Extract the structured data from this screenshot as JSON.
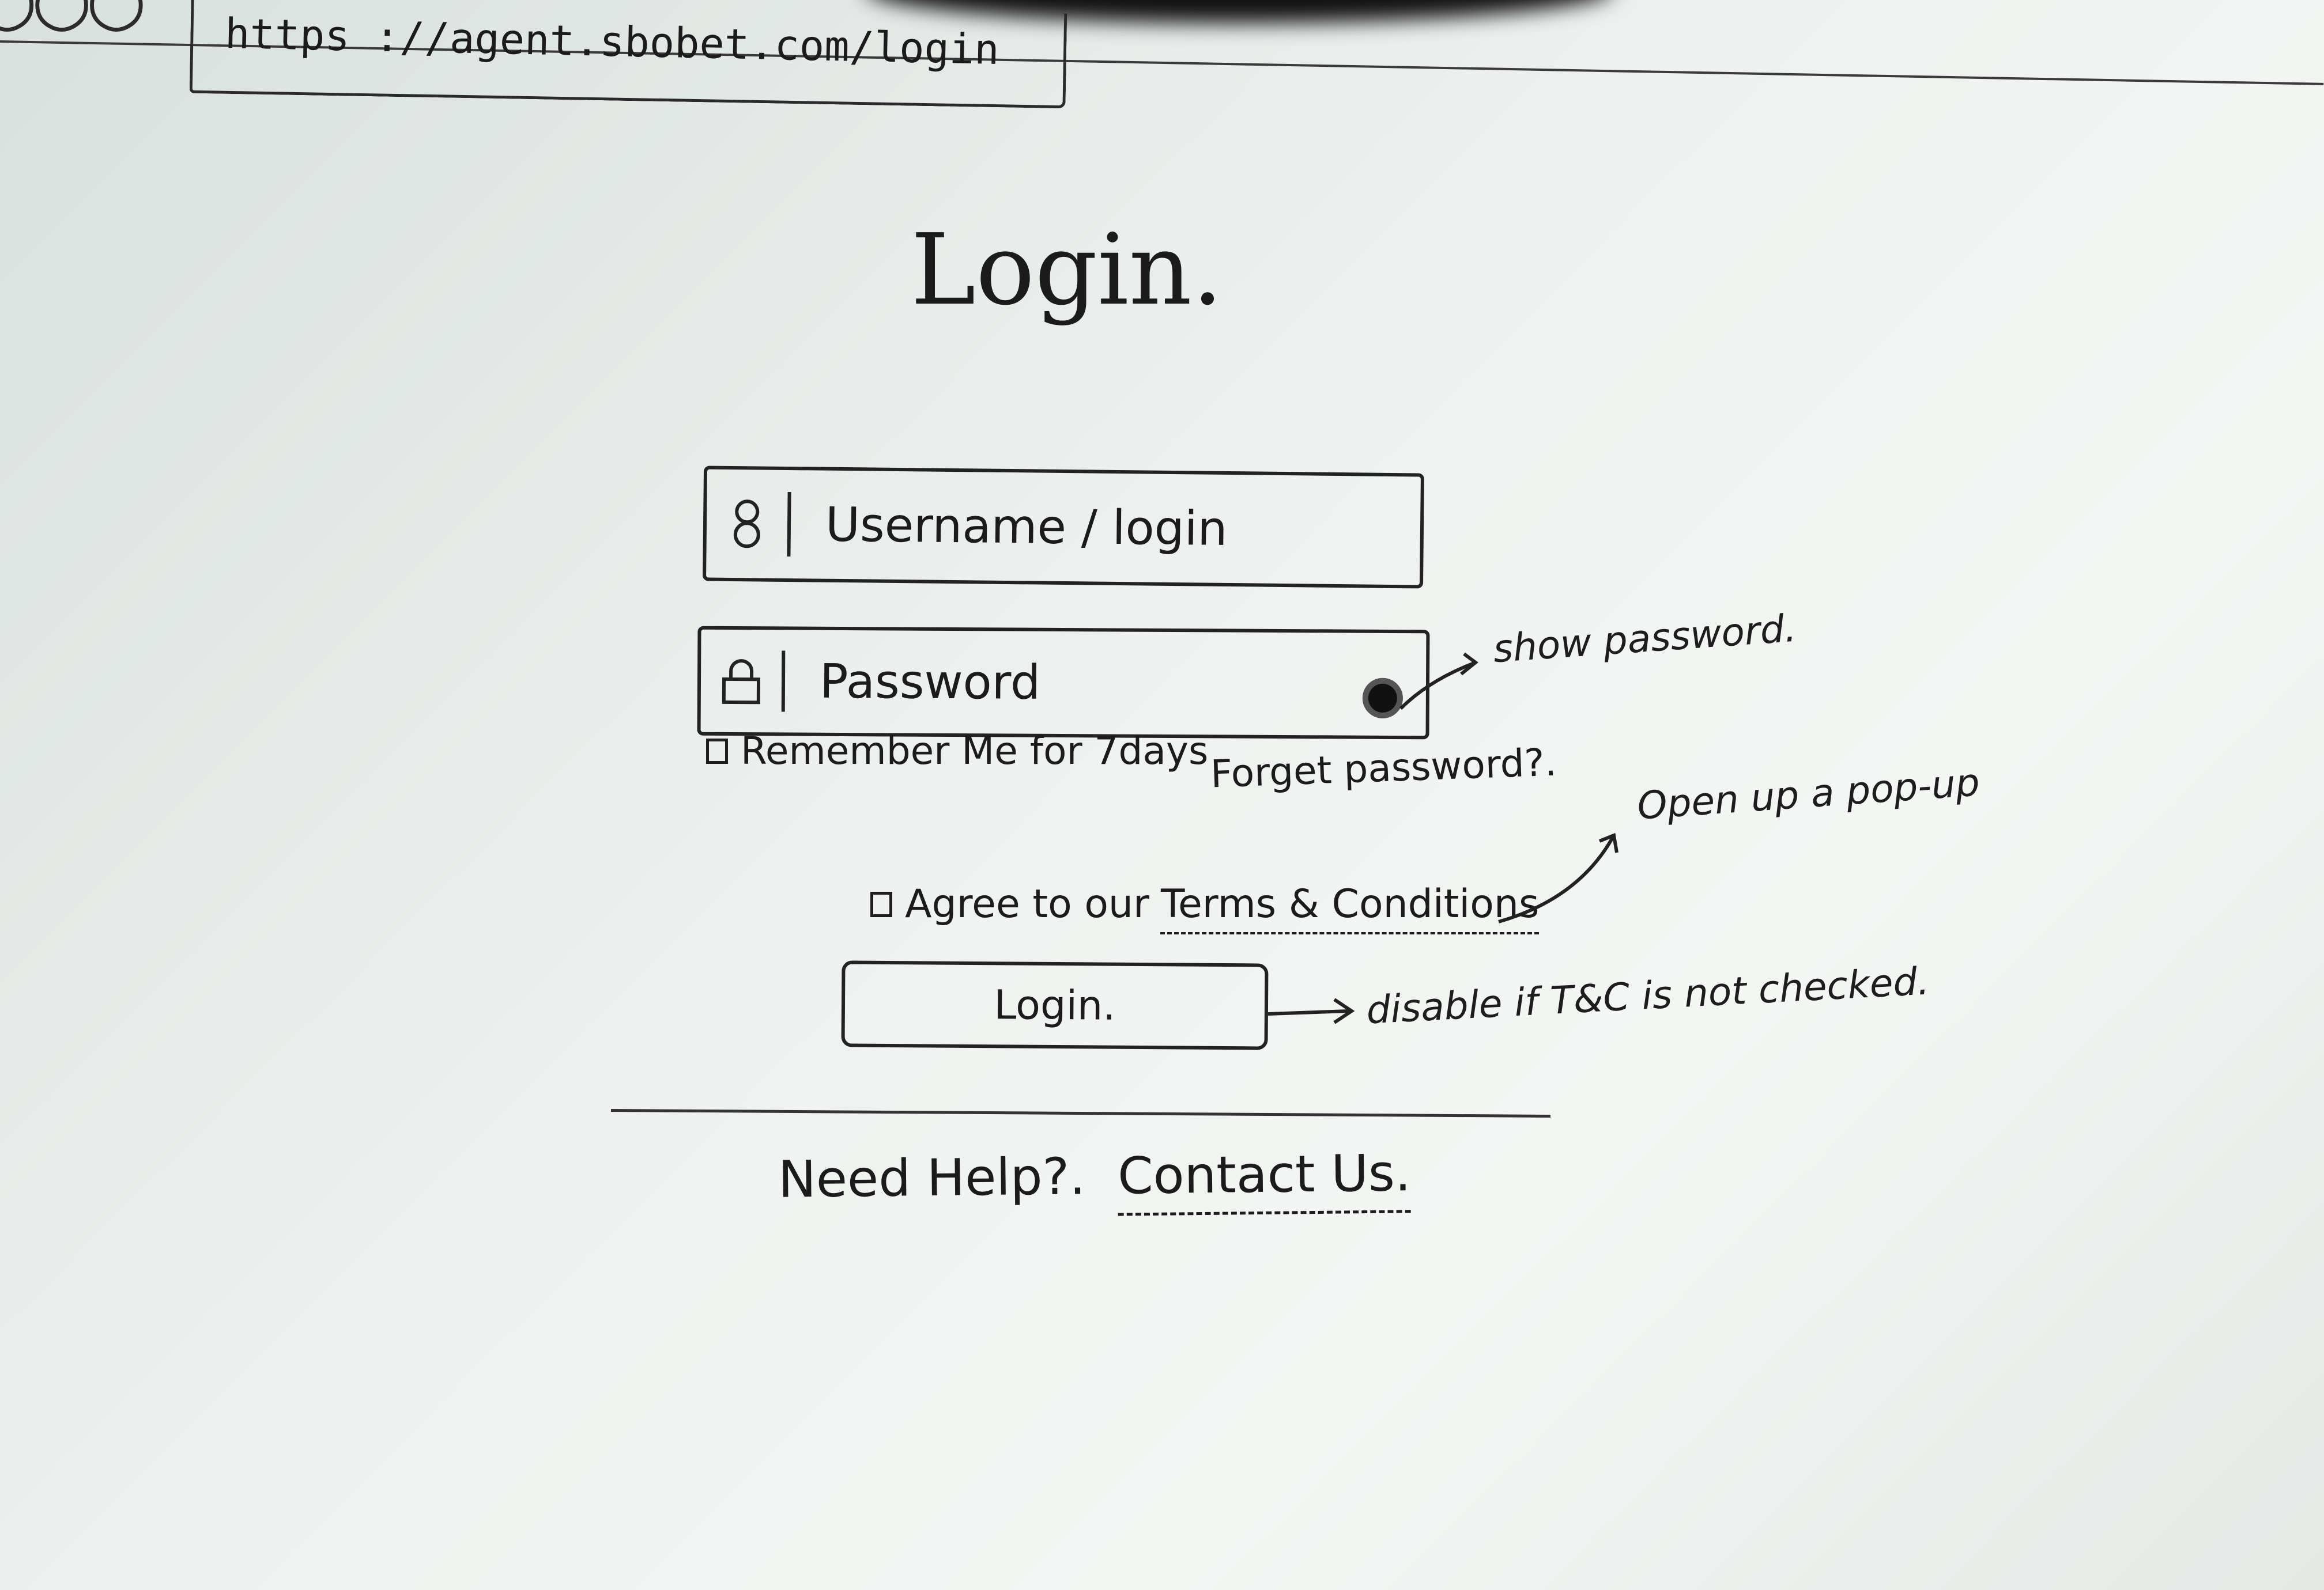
{
  "browser": {
    "address_bar": "https ://agent.sbobet.com/login"
  },
  "page": {
    "title": "Login."
  },
  "form": {
    "username_placeholder": "Username / login",
    "password_placeholder": "Password",
    "remember_label": "Remember Me for 7days",
    "forgot_label": "Forget password?.",
    "terms_prefix": "Agree to our",
    "terms_link": "Terms & Conditions",
    "login_button": "Login."
  },
  "footer": {
    "help_text": "Need Help?.",
    "contact_link": "Contact Us."
  },
  "annotations": {
    "show_password": "show password.",
    "open_popup": "Open up a pop-up",
    "disable_note": "disable if T&C is not checked."
  },
  "icons": {
    "username": "user-icon",
    "password": "lock-icon",
    "show_password": "eye-icon"
  }
}
